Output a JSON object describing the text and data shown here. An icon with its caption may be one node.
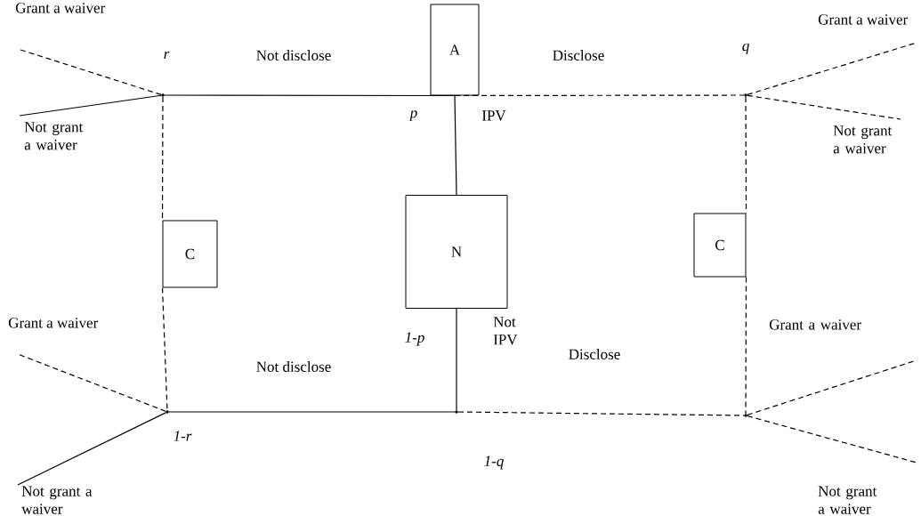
{
  "diagram": {
    "nodes": [
      {
        "text": [
          "A"
        ]
      },
      {
        "text": [
          "N"
        ]
      },
      {
        "text": [
          "C"
        ]
      },
      {
        "text": [
          "C"
        ]
      },
      {
        "text": [],
        "shape": "circle"
      },
      {
        "text": [],
        "shape": "circle"
      },
      {
        "text": [],
        "shape": "circle"
      },
      {
        "text": [],
        "shape": "circle"
      },
      {
        "text": [],
        "shape": "circle"
      },
      {
        "text": [
          "Grant a waiver"
        ]
      },
      {
        "text": [
          "Not grant a waiver"
        ]
      },
      {
        "text": [
          "Grant a waiver"
        ]
      },
      {
        "text": [
          "Not grant a waiver"
        ]
      },
      {
        "text": [
          "Grant a waiver"
        ]
      },
      {
        "text": [
          "Not grant a waiver"
        ]
      },
      {
        "text": [
          "Grant a waiver"
        ]
      },
      {
        "text": [
          "Not grant a waiver"
        ]
      }
    ],
    "edges": [
      {
        "from": 1,
        "to": 0,
        "arrow": "none",
        "label": "IPV"
      },
      {
        "from": 1,
        "to": 6,
        "arrow": "none",
        "label": "Not IPV"
      },
      {
        "from": 0,
        "to": 4,
        "arrow": "none",
        "label": "Not disclose"
      },
      {
        "from": 0,
        "to": 5,
        "arrow": "none",
        "label": "Disclose",
        "style": "dashed"
      },
      {
        "from": 6,
        "to": 7,
        "arrow": "none",
        "label": "Not disclose"
      },
      {
        "from": 6,
        "to": 8,
        "arrow": "none",
        "label": "Disclose",
        "style": "dashed"
      },
      {
        "from": 4,
        "to": 2,
        "arrow": "none",
        "style": "dashed"
      },
      {
        "from": 2,
        "to": 7,
        "arrow": "none",
        "style": "dashed"
      },
      {
        "from": 5,
        "to": 3,
        "arrow": "none",
        "style": "dashed"
      },
      {
        "from": 3,
        "to": 8,
        "arrow": "none",
        "style": "dashed"
      },
      {
        "from": 4,
        "to": 9,
        "arrow": "none",
        "style": "dashed"
      },
      {
        "from": 4,
        "to": 10,
        "arrow": "none"
      },
      {
        "from": 5,
        "to": 11,
        "arrow": "none",
        "style": "dashed"
      },
      {
        "from": 5,
        "to": 12,
        "arrow": "none",
        "style": "dashed"
      },
      {
        "from": 7,
        "to": 13,
        "arrow": "none",
        "style": "dashed"
      },
      {
        "from": 7,
        "to": 14,
        "arrow": "none"
      },
      {
        "from": 8,
        "to": 15,
        "arrow": "none",
        "style": "dashed"
      },
      {
        "from": 8,
        "to": 16,
        "arrow": "none",
        "style": "dashed"
      }
    ],
    "labels": [
      "r",
      "q",
      "p",
      "1-p",
      "1-r",
      "1-q"
    ]
  }
}
